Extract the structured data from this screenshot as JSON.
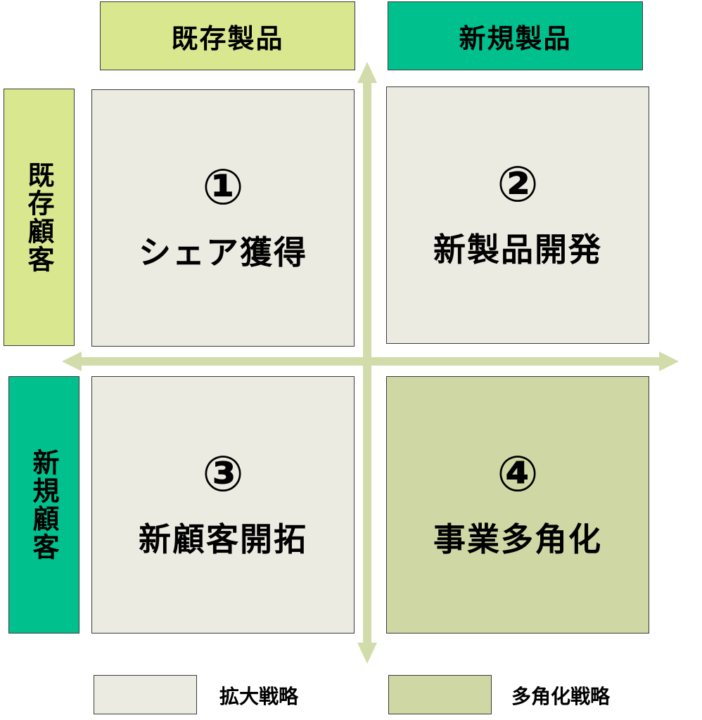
{
  "colors": {
    "existing": "#d9e88f",
    "new": "#00c08e",
    "expansion": "#ecebe1",
    "diversification": "#cfd8a4",
    "arrow": "#d2dcaa"
  },
  "headers": {
    "existing_product": "既存製品",
    "new_product": "新規製品",
    "existing_customer": "既存顧客",
    "new_customer": "新規顧客"
  },
  "quadrants": [
    {
      "number": "①",
      "label": "シェア獲得"
    },
    {
      "number": "②",
      "label": "新製品開発"
    },
    {
      "number": "③",
      "label": "新顧客開拓"
    },
    {
      "number": "④",
      "label": "事業多角化"
    }
  ],
  "legend": {
    "expansion": "拡大戦略",
    "diversification": "多角化戦略"
  }
}
